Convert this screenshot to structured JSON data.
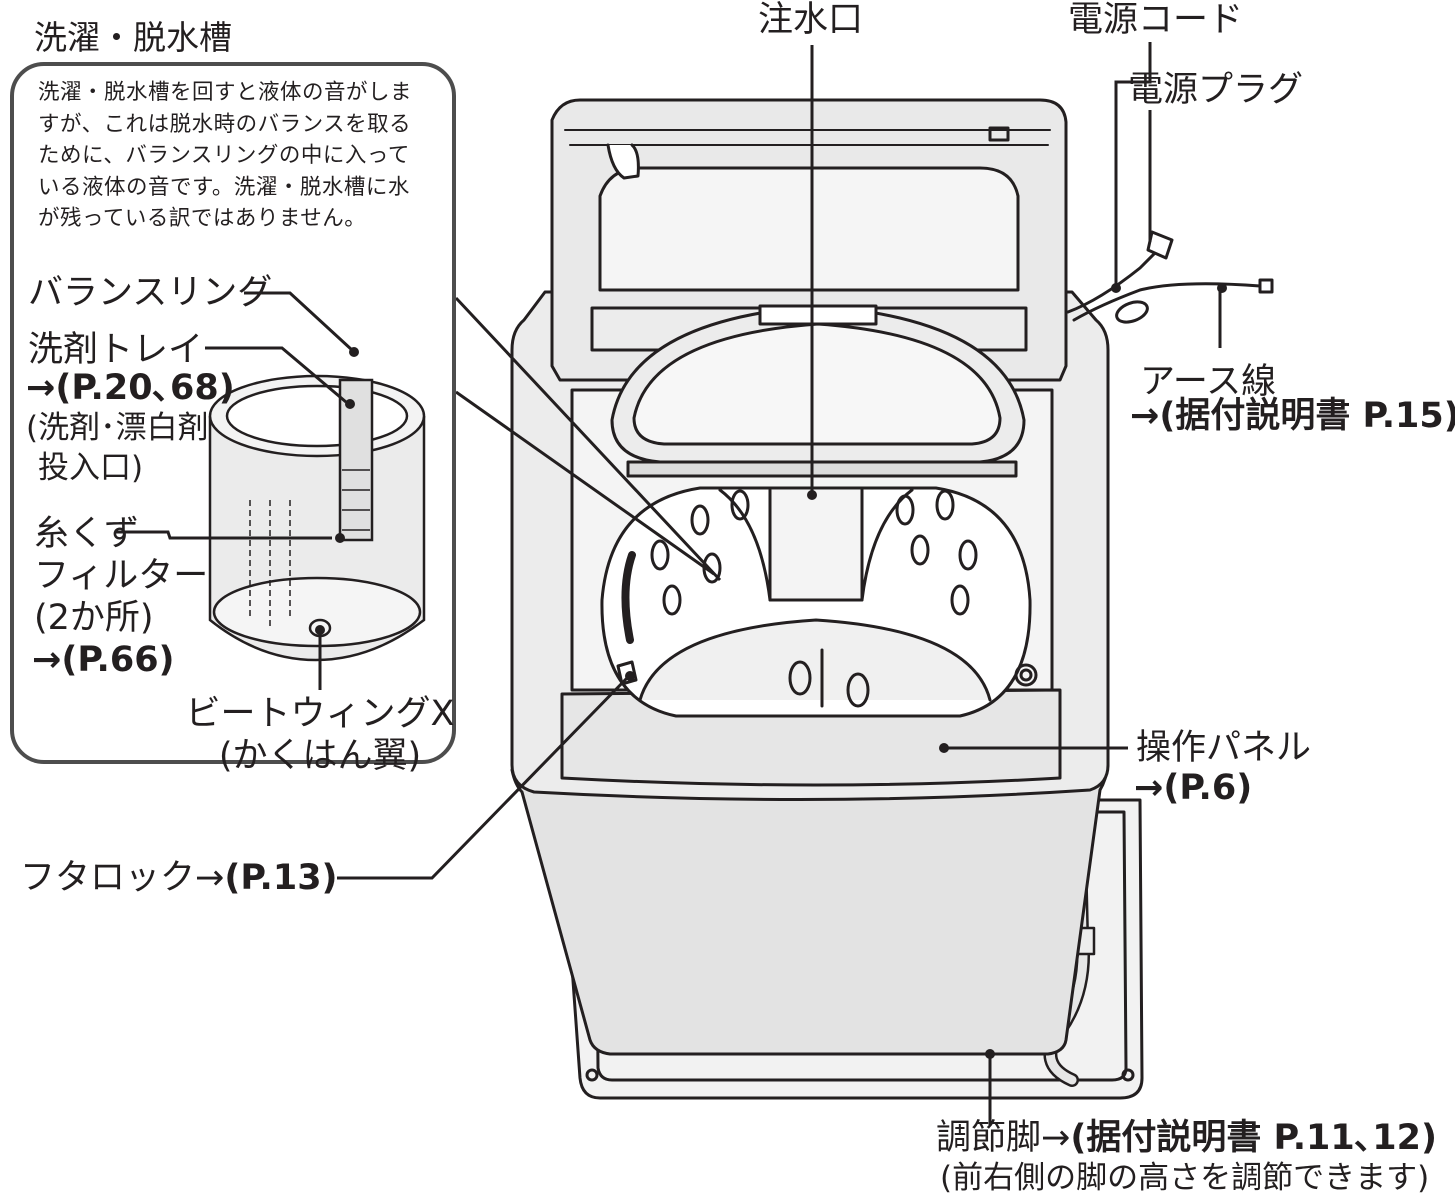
{
  "callout": {
    "title": "洗濯・脱水槽",
    "note": "洗濯・脱水槽を回すと液体の音がしますが、これは脱水時のバランスを取るために、バランスリングの中に入っている液体の音です。洗濯・脱水槽に水が残っている訳ではありません。",
    "balance_ring": "バランスリング",
    "detergent_tray": "洗剤トレイ",
    "detergent_tray_ref": "→(P.20､68)",
    "detergent_tray_note_1": "(洗剤･漂白剤",
    "detergent_tray_note_2": "投入口)",
    "lint_filter_1": "糸くず",
    "lint_filter_2": "フィルター",
    "lint_filter_3": "(2か所)",
    "lint_filter_ref": "→(P.66)",
    "pulsator": "ビートウィングX",
    "pulsator_note": "(かくはん翼)"
  },
  "labels": {
    "water_inlet": "注水口",
    "power_cord": "電源コード",
    "power_plug": "電源プラグ",
    "earth_wire": "アース線",
    "earth_wire_ref": "→(据付説明書 P.15)",
    "control_panel": "操作パネル",
    "control_panel_ref": "→(P.6)",
    "lid_lock": "フタロック→",
    "lid_lock_ref": "(P.13)",
    "adjust_leg": "調節脚→",
    "adjust_leg_ref": "(据付説明書 P.11､12)",
    "adjust_leg_note": "(前右側の脚の高さを調節できます)"
  }
}
